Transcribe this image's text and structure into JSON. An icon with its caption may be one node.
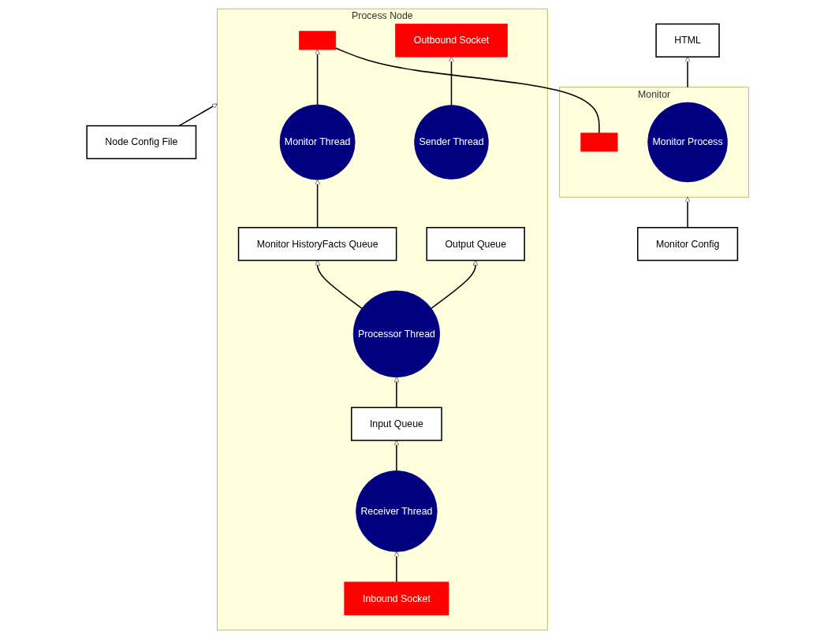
{
  "diagram": {
    "nodes": [
      {
        "text": [
          "HTML"
        ]
      },
      {
        "text": [
          "Monitor"
        ]
      },
      {
        "text": [
          "Monitor Process"
        ],
        "in": 1
      },
      {
        "text": [],
        "shape": "bar",
        "in": 1
      },
      {
        "text": [
          "Monitor Config"
        ]
      },
      {
        "text": [
          "Process Node"
        ]
      },
      {
        "text": [],
        "shape": "bar",
        "in": 5
      },
      {
        "text": [
          "Monitor Thread"
        ],
        "in": 5
      },
      {
        "text": [
          "Monitor HistoryFacts Queue"
        ],
        "in": 5
      },
      {
        "text": [
          "Outbound Socket"
        ],
        "in": 5
      },
      {
        "text": [
          "Sender Thread"
        ],
        "in": 5
      },
      {
        "text": [
          "Output Queue"
        ],
        "in": 5
      },
      {
        "text": [
          "Processor Thread"
        ],
        "in": 5
      },
      {
        "text": [
          "Input Queue"
        ],
        "in": 5
      },
      {
        "text": [
          "Receiver Thread"
        ],
        "in": 5
      },
      {
        "text": [
          "Inbound Socket"
        ],
        "in": 5
      },
      {
        "text": [
          "Node Config File"
        ]
      }
    ],
    "edges": [
      {
        "from": 1,
        "to": 0,
        "arrow": "to"
      },
      {
        "from": 4,
        "to": 1,
        "arrow": "to"
      },
      {
        "from": 3,
        "to": 6,
        "arrow": "none"
      },
      {
        "from": 7,
        "to": 6,
        "arrow": "to"
      },
      {
        "from": 8,
        "to": 7,
        "arrow": "to"
      },
      {
        "from": 12,
        "to": 8,
        "arrow": "to"
      },
      {
        "from": 10,
        "to": 9,
        "arrow": "to"
      },
      {
        "from": 12,
        "to": 11,
        "arrow": "to"
      },
      {
        "from": 13,
        "to": 12,
        "arrow": "to"
      },
      {
        "from": 14,
        "to": 13,
        "arrow": "to"
      },
      {
        "from": 15,
        "to": 14,
        "arrow": "to"
      },
      {
        "from": 16,
        "to": 5,
        "arrow": "to"
      }
    ]
  }
}
